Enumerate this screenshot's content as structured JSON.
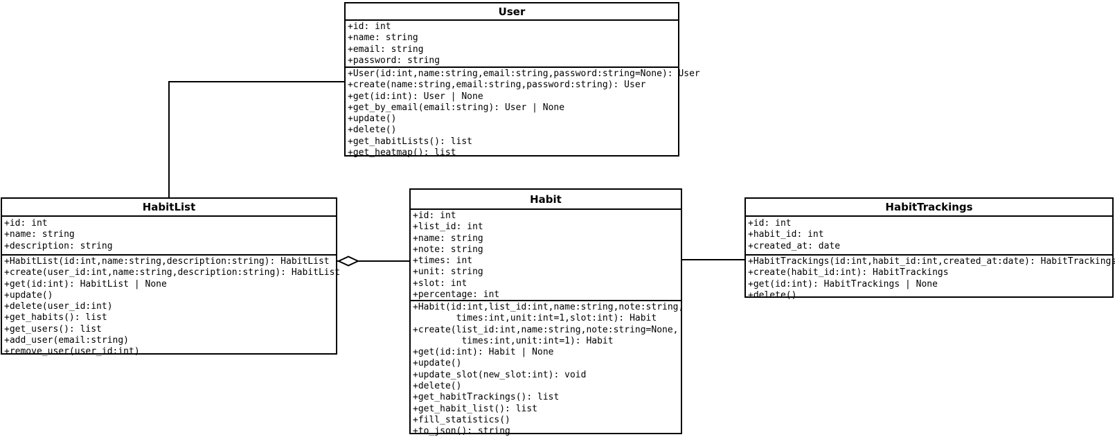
{
  "classes": {
    "user": {
      "title": "User",
      "attributes": [
        "+id: int",
        "+name: string",
        "+email: string",
        "+password: string"
      ],
      "methods": [
        "+User(id:int,name:string,email:string,password:string=None): User",
        "+create(name:string,email:string,password:string): User",
        "+get(id:int): User | None",
        "+get_by_email(email:string): User | None",
        "+update()",
        "+delete()",
        "+get_habitLists(): list",
        "+get_heatmap(): list"
      ]
    },
    "habitlist": {
      "title": "HabitList",
      "attributes": [
        "+id: int",
        "+name: string",
        "+description: string"
      ],
      "methods": [
        "+HabitList(id:int,name:string,description:string): HabitList",
        "+create(user_id:int,name:string,description:string): HabitList",
        "+get(id:int): HabitList | None",
        "+update()",
        "+delete(user_id:int)",
        "+get_habits(): list",
        "+get_users(): list",
        "+add_user(email:string)",
        "+remove_user(user_id:int)"
      ]
    },
    "habit": {
      "title": "Habit",
      "attributes": [
        "+id: int",
        "+list_id: int",
        "+name: string",
        "+note: string",
        "+times: int",
        "+unit: string",
        "+slot: int",
        "+percentage: int"
      ],
      "methods": [
        "+Habit(id:int,list_id:int,name:string,note:string,",
        "        times:int,unit:int=1,slot:int): Habit",
        "+create(list_id:int,name:string,note:string=None,",
        "         times:int,unit:int=1): Habit",
        "+get(id:int): Habit | None",
        "+update()",
        "+update_slot(new_slot:int): void",
        "+delete()",
        "+get_habitTrackings(): list",
        "+get_habit_list(): list",
        "+fill_statistics()",
        "+to_json(): string"
      ]
    },
    "habittrackings": {
      "title": "HabitTrackings",
      "attributes": [
        "+id: int",
        "+habit_id: int",
        "+created_at: date"
      ],
      "methods": [
        "+HabitTrackings(id:int,habit_id:int,created_at:date): HabitTrackings",
        "+create(habit_id:int): HabitTrackings",
        "+get(id:int): HabitTrackings | None",
        "+delete()"
      ]
    }
  },
  "colors": {
    "line": "#000000",
    "background": "#ffffff"
  }
}
